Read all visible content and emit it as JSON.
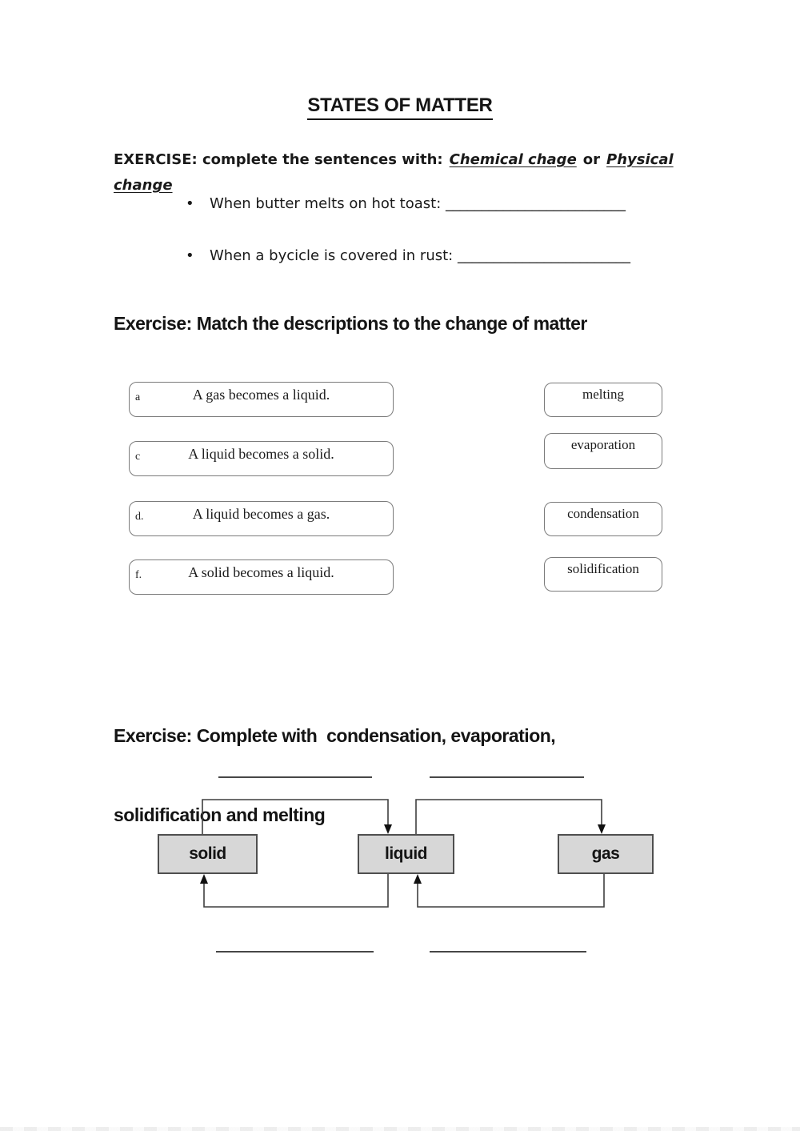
{
  "title": "STATES OF MATTER",
  "exercise1": {
    "prompt": "EXERCISE: complete the sentences with:",
    "option1": "Chemical chage",
    "conjunction": "or",
    "option2_word1": "Physical",
    "option2_word2": "change",
    "bullet_glyph": "•",
    "bullet1_text": "When butter melts on hot toast:",
    "bullet1_blank": "_________________________",
    "bullet2_text": "When a bycicle is covered in rust:",
    "bullet2_blank": "________________________"
  },
  "exercise2": {
    "heading": "Exercise: Match the descriptions to the change of matter",
    "descriptions": [
      {
        "label": "a",
        "text": "A gas becomes a liquid."
      },
      {
        "label": "c",
        "text": "A liquid becomes a solid."
      },
      {
        "label": "d.",
        "text": "A liquid becomes a gas."
      },
      {
        "label": "f.",
        "text": "A solid becomes a liquid."
      }
    ],
    "terms": [
      "melting",
      "evaporation",
      "condensation",
      "solidification"
    ]
  },
  "exercise3": {
    "heading_line1": "Exercise: Complete with  condensation, evaporation,",
    "heading_line2": "solidification and melting",
    "states": [
      "solid",
      "liquid",
      "gas"
    ]
  }
}
